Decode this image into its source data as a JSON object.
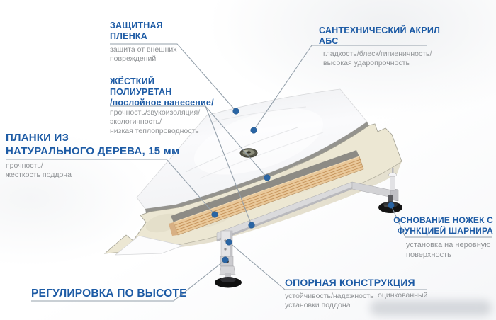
{
  "colors": {
    "heading_blue": "#1d5ba5",
    "subtext_gray": "#8f9295",
    "leader_line": "#94a0ab",
    "dot_blue": "#2a65a4",
    "foam_beige": "#ece7d3",
    "wood_tan": "#e9c89a",
    "frame_gray": "#dadadc"
  },
  "labels": {
    "film": {
      "title1": "ЗАЩИТНАЯ",
      "title2": "ПЛЕНКА",
      "desc1": "защита от внешних",
      "desc2": "повреждений"
    },
    "acrylic": {
      "title1": "САНТЕХНИЧЕСКИЙ АКРИЛ",
      "title2": "АБС",
      "desc1": "гладкость/блеск/гигиеничность/",
      "desc2": "высокая ударопрочность"
    },
    "polyurethane": {
      "title1": "ЖЁСТКИЙ",
      "title2": "ПОЛИУРЕТАН",
      "subtitle": "/послойное нанесение/",
      "desc1": "прочность/звукоизоляция/",
      "desc2": "экологичность/",
      "desc3": "низкая теплопроводность"
    },
    "wood_planks": {
      "title1": "ПЛАНКИ ИЗ",
      "title2": "НАТУРАЛЬНОГО ДЕРЕВА, 15 мм",
      "desc1": "прочность/",
      "desc2": "жесткость поддона"
    },
    "height_adjustment": {
      "title": "РЕГУЛИРОВКА ПО ВЫСОТЕ"
    },
    "support_structure": {
      "title": "ОПОРНАЯ КОНСТРУКЦИЯ",
      "desc1": "устойчивость/надежность",
      "desc2": "установки поддона",
      "note": "оцинкованный"
    },
    "feet_base": {
      "title1": "ОСНОВАНИЕ НОЖЕК С",
      "title2": "ФУНКЦИЕЙ ШАРНИРА",
      "desc1": "установка на неровную",
      "desc2": "поверхность"
    }
  }
}
